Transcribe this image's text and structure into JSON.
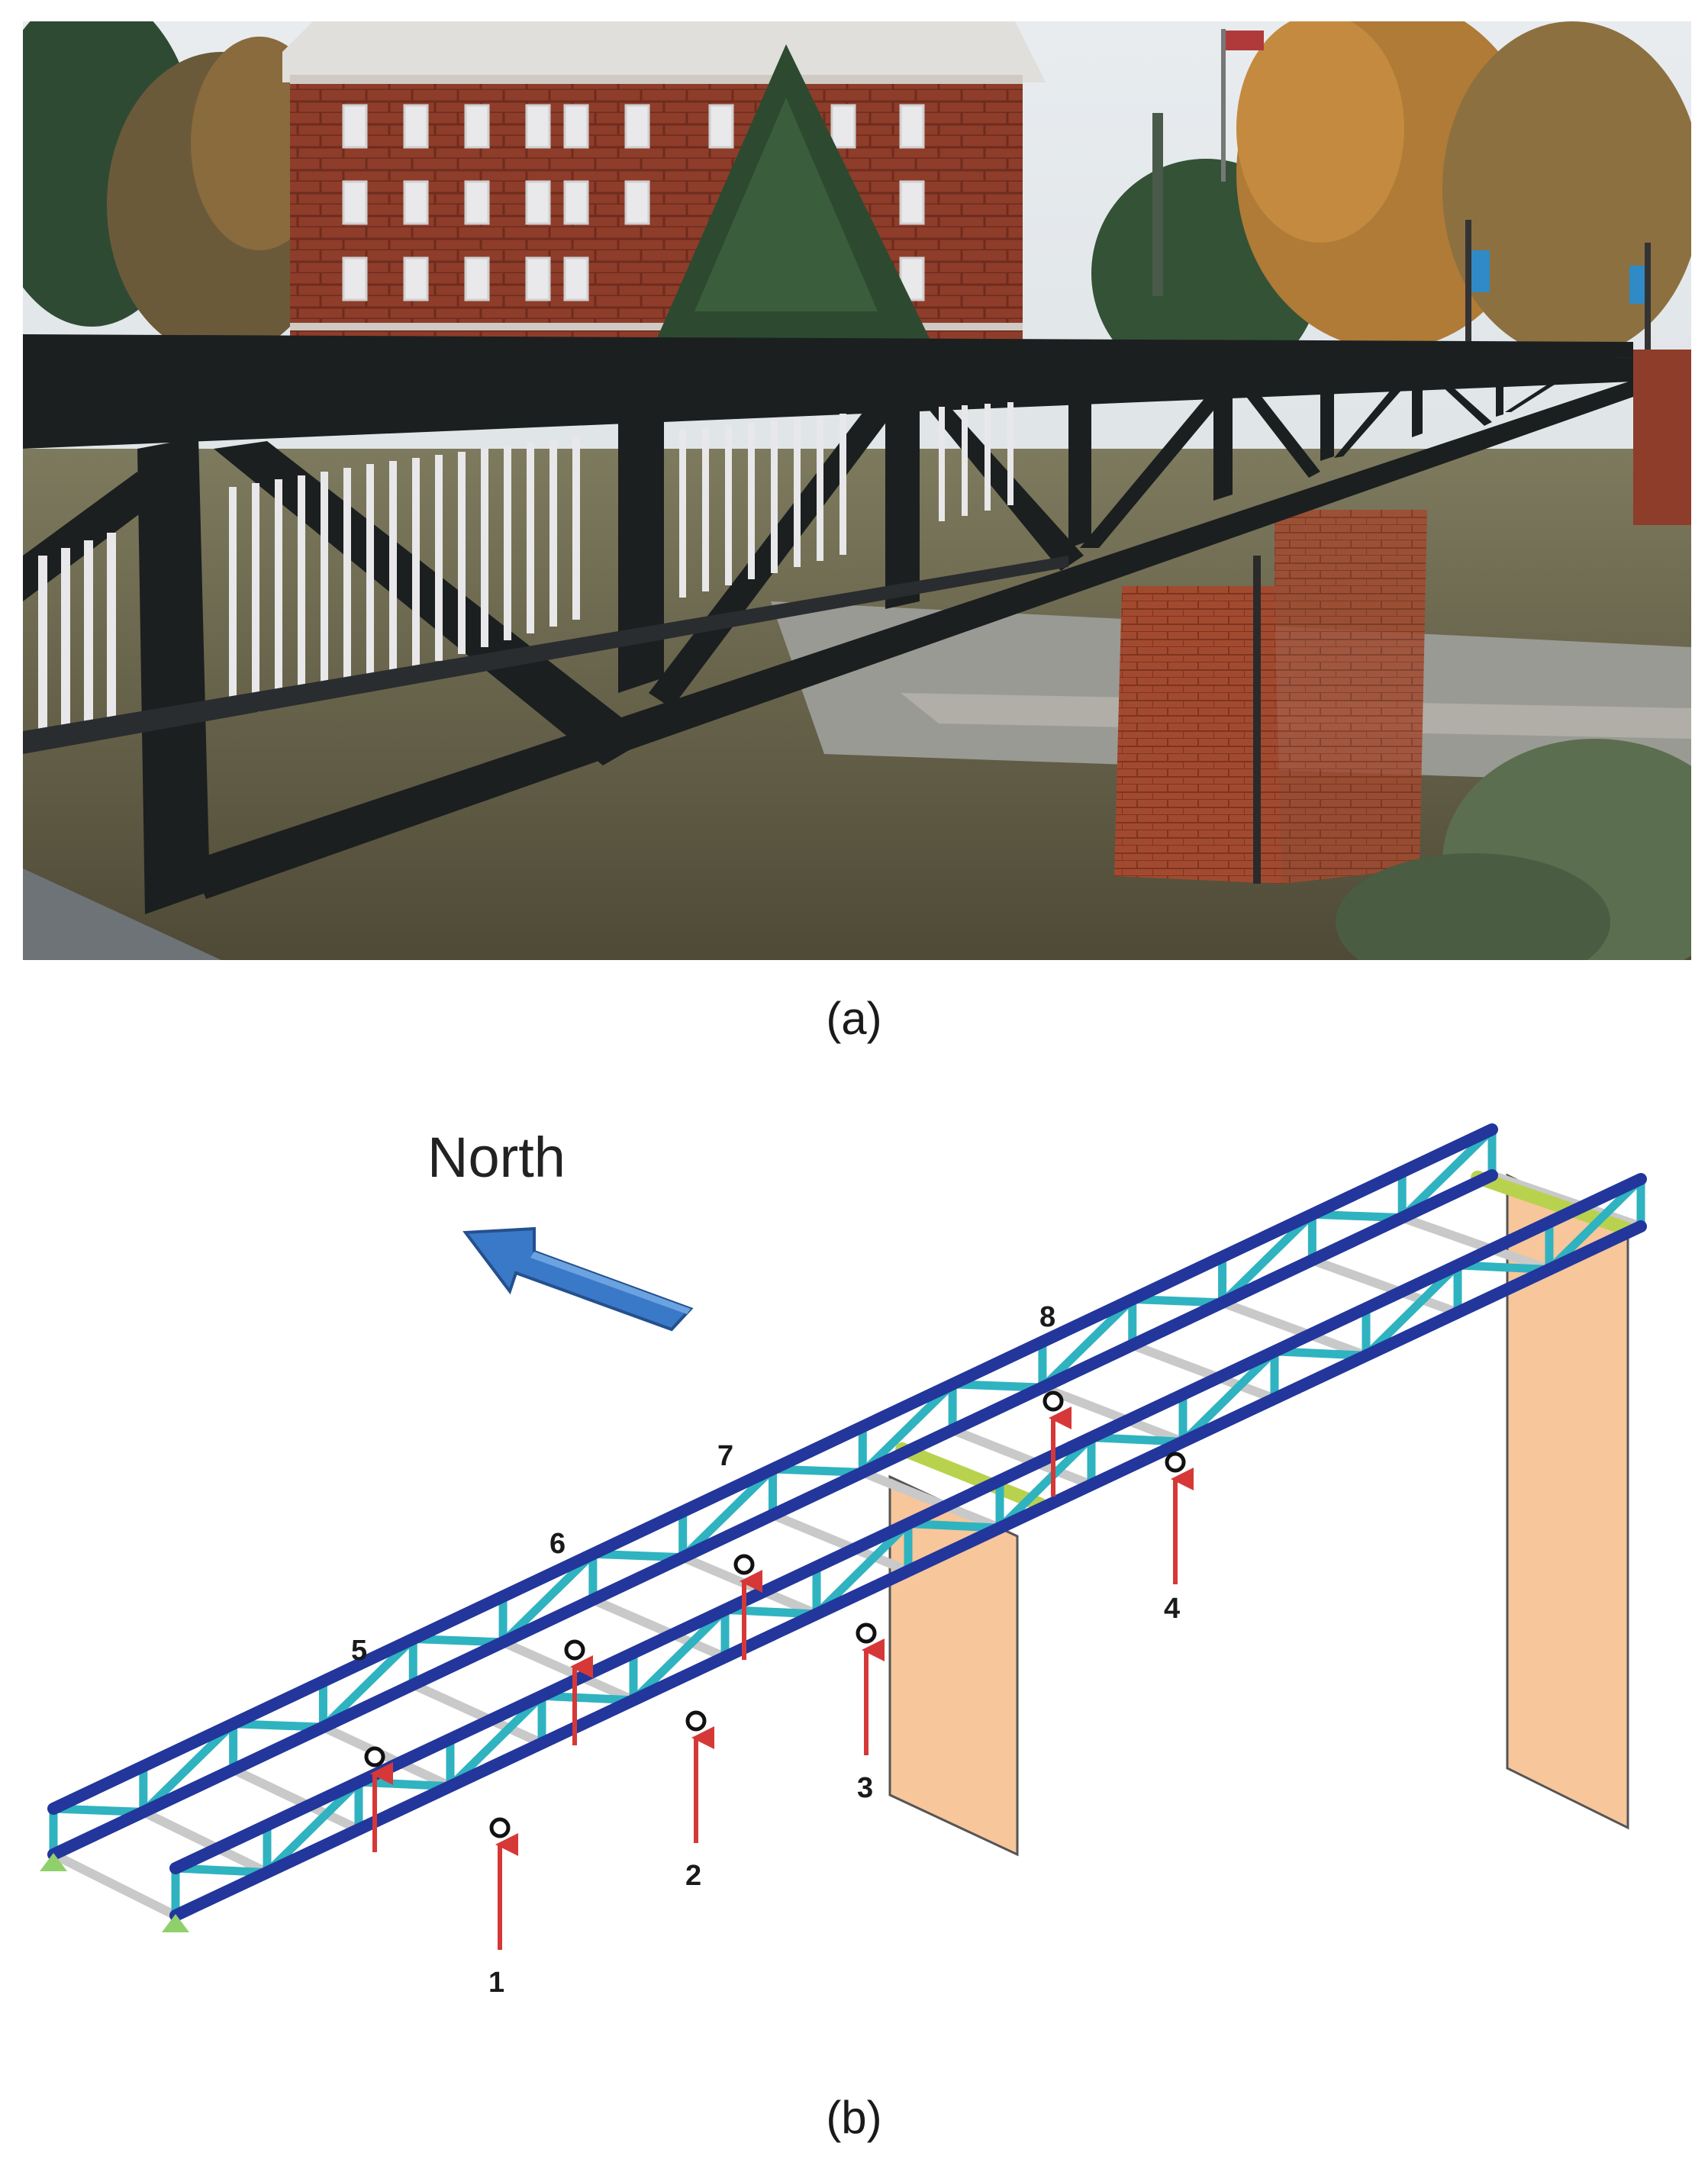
{
  "panel_a": {
    "caption": "(a)"
  },
  "panel_b": {
    "caption": "(b)",
    "direction_label": "North",
    "sensors": [
      {
        "id": "1",
        "label": "1"
      },
      {
        "id": "2",
        "label": "2"
      },
      {
        "id": "3",
        "label": "3"
      },
      {
        "id": "4",
        "label": "4"
      },
      {
        "id": "5",
        "label": "5"
      },
      {
        "id": "6",
        "label": "6"
      },
      {
        "id": "7",
        "label": "7"
      },
      {
        "id": "8",
        "label": "8"
      }
    ],
    "colors": {
      "chord": "#22369b",
      "diagonal": "#2fb3c0",
      "floor_beam": "#c9c9c9",
      "pier": "#f7c69a",
      "pier_beam": "#b9d24e",
      "arrow": "#d63838",
      "north_arrow": "#3a78c8",
      "support": "#8fd06a"
    }
  }
}
